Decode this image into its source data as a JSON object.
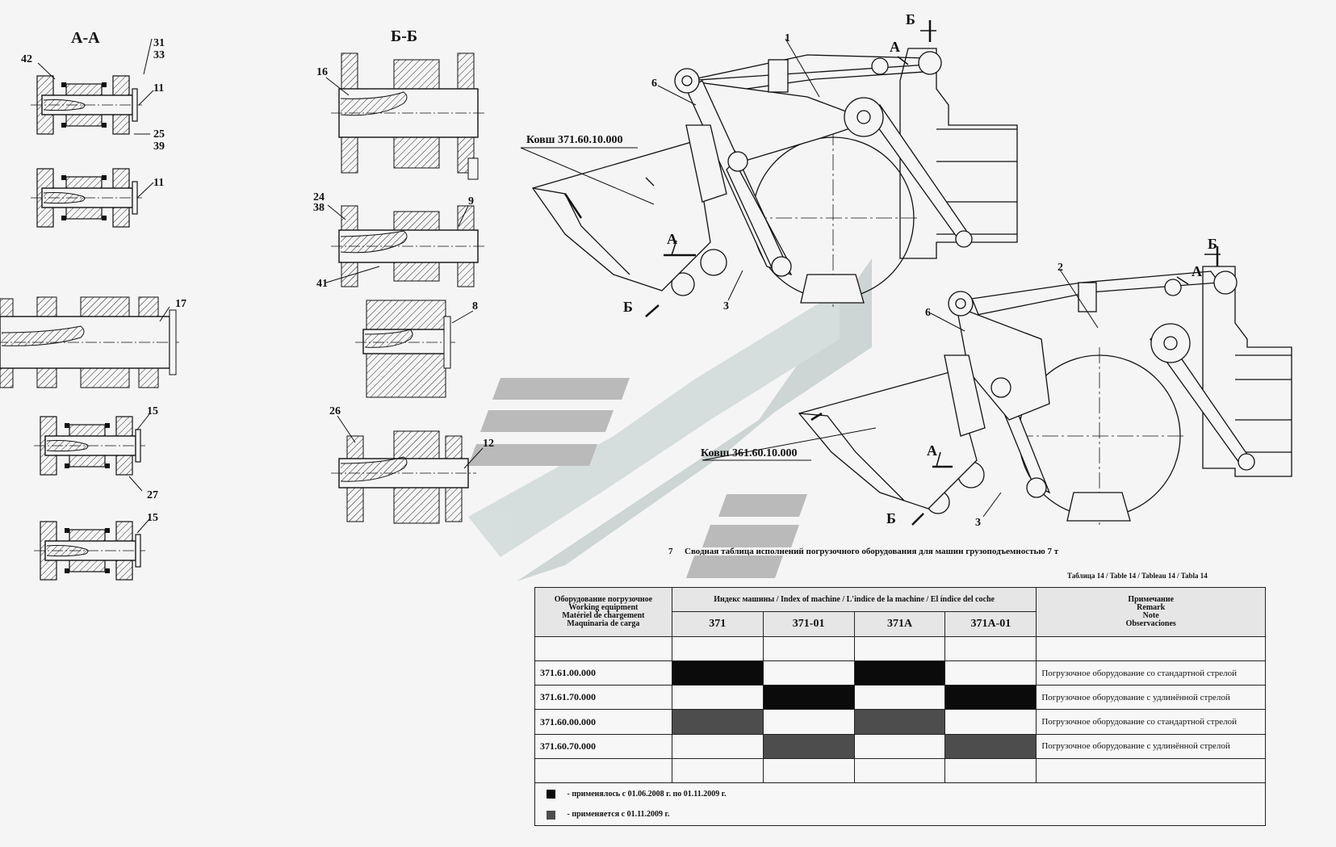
{
  "sections": {
    "aa": "А-А",
    "bb": "Б-Б"
  },
  "labels": {
    "l42": "42",
    "l31": "31",
    "l33": "33",
    "l11a": "11",
    "l25": "25",
    "l39": "39",
    "l11b": "11",
    "l17": "17",
    "l15a": "15",
    "l27": "27",
    "l15b": "15",
    "l16": "16",
    "l24": "24",
    "l38": "38",
    "l9": "9",
    "l41": "41",
    "l8": "8",
    "l26": "26",
    "l12": "12",
    "l1": "1",
    "l6a": "6",
    "l3a": "3",
    "l2": "2",
    "l6b": "6",
    "l3b": "3",
    "cutA1": "А",
    "cutB1": "Б",
    "cutA2": "А",
    "cutB2": "Б",
    "cutA3": "А",
    "cutB3": "Б",
    "cutA4": "А",
    "cutB4": "Б"
  },
  "bucket_top": "Ковш 371.60.10.000",
  "bucket_bottom": "Ковш 361.60.10.000",
  "table": {
    "num": "7",
    "title": "Сводная таблица исполнений погрузочного оборудования для машин грузоподъемностью 7 т",
    "ref": "Таблица 14 / Table 14 / Tableau 14 / Tabla 14",
    "head_equipment": [
      "Оборудование погрузочное",
      "Working equipment",
      "Matériel de chargement",
      "Maquinaria de carga"
    ],
    "head_index": "Индекс машины / Index of machine / L'indice de la machine / El índice del coche",
    "head_remark": [
      "Примечание",
      "Remark",
      "Note",
      "Observaciones"
    ],
    "machines": [
      "371",
      "371-01",
      "371А",
      "371А-01"
    ],
    "rows": [
      {
        "code": "371.61.00.000",
        "cells": [
          "black",
          "",
          "black",
          ""
        ],
        "remark": "Погрузочное оборудование со стандартной стрелой"
      },
      {
        "code": "371.61.70.000",
        "cells": [
          "",
          "black",
          "",
          "black"
        ],
        "remark": "Погрузочное оборудование с удлинённой стрелой"
      },
      {
        "code": "371.60.00.000",
        "cells": [
          "grey",
          "",
          "grey",
          ""
        ],
        "remark": "Погрузочное оборудование со стандартной стрелой"
      },
      {
        "code": "371.60.70.000",
        "cells": [
          "",
          "grey",
          "",
          "grey"
        ],
        "remark": "Погрузочное оборудование с удлинённой стрелой"
      }
    ],
    "legend": [
      {
        "color": "#0b0b0b",
        "text": "- применялось с 01.06.2008 г. по 01.11.2009 г."
      },
      {
        "color": "#4d4d4d",
        "text": "- применяется с 01.11.2009 г."
      }
    ]
  },
  "colors": {
    "line": "#111111",
    "watermark": "#c9d2d2",
    "watermark_stripe": "#b4b4b4",
    "black_cell": "#0b0b0b",
    "grey_cell": "#4d4d4d"
  }
}
